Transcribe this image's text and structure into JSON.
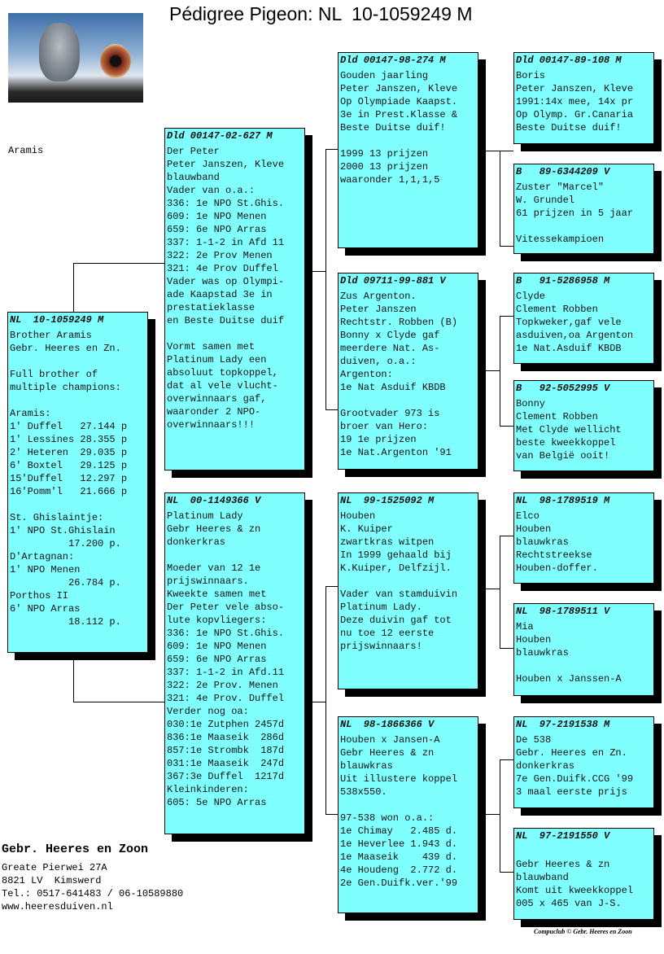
{
  "title": "Pédigree Pigeon: NL  10-1059249 M",
  "photo_caption": "Aramis",
  "side_label": "Aramis",
  "boxes": {
    "subject": {
      "header": "NL  10-1059249 M",
      "lines": [
        "Brother Aramis",
        "Gebr. Heeres en Zn.",
        "",
        "Full brother of",
        "multiple champions:",
        "",
        "Aramis:",
        "1' Duffel   27.144 p",
        "1' Lessines 28.355 p",
        "2' Heteren  29.035 p",
        "6' Boxtel   29.125 p",
        "15'Duffel   12.297 p",
        "16'Pomm'l   21.666 p",
        "",
        "St. Ghislaintje:",
        "1' NPO St.Ghislain",
        "          17.200 p.",
        "D'Artagnan:",
        "1' NPO Menen",
        "          26.784 p.",
        "Porthos II",
        "6' NPO Arras",
        "          18.112 p."
      ]
    },
    "sire": {
      "header": "Dld 00147-02-627 M",
      "lines": [
        "Der Peter",
        "Peter Janszen, Kleve",
        "blauwband",
        "Vader van o.a.:",
        "336: 1e NPO St.Ghis.",
        "609: 1e NPO Menen",
        "659: 6e NPO Arras",
        "337: 1-1-2 in Afd 11",
        "322: 2e Prov Menen",
        "321: 4e Prov Duffel",
        "Vader was op Olympi-",
        "ade Kaapstad 3e in",
        "prestatieklasse",
        "en Beste Duitse duif",
        "",
        "Vormt samen met",
        "Platinum Lady een",
        "absoluut topkoppel,",
        "dat al vele vlucht-",
        "overwinnaars gaf,",
        "waaronder 2 NPO-",
        "overwinnaars!!!"
      ]
    },
    "dam": {
      "header": "NL  00-1149366 V",
      "lines": [
        "Platinum Lady",
        "Gebr Heeres & zn",
        "donkerkras",
        "",
        "Moeder van 12 1e",
        "prijswinnaars.",
        "Kweekte samen met",
        "Der Peter vele abso-",
        "lute kopvliegers:",
        "336: 1e NPO St.Ghis.",
        "609: 1e NPO Menen",
        "659: 6e NPO Arras",
        "337: 1-1-2 in Afd.11",
        "322: 2e Prov. Menen",
        "321: 4e Prov. Duffel",
        "Verder nog oa:",
        "030:1e Zutphen 2457d",
        "836:1e Maaseik  286d",
        "857:1e Strombk  187d",
        "031:1e Maaseik  247d",
        "367:3e Duffel  1217d",
        "Kleinkinderen:",
        "605: 5e NPO Arras"
      ]
    },
    "ss": {
      "header": "Dld 00147-98-274 M",
      "lines": [
        "Gouden jaarling",
        "Peter Janszen, Kleve",
        "Op Olympiade Kaapst.",
        "3e in Prest.Klasse &",
        "Beste Duitse duif!",
        "",
        "1999 13 prijzen",
        "2000 13 prijzen",
        "waaronder 1,1,1,5"
      ]
    },
    "sd": {
      "header": "Dld 09711-99-881 V",
      "lines": [
        "Zus Argenton.",
        "Peter Janszen",
        "Rechtstr. Robben (B)",
        "Bonny x Clyde gaf",
        "meerdere Nat. As-",
        "duiven, o.a.:",
        "Argenton:",
        "1e Nat Asduif KBDB",
        "",
        "Grootvader 973 is",
        "broer van Hero:",
        "19 1e prijzen",
        "1e Nat.Argenton '91"
      ]
    },
    "ds": {
      "header": "NL  99-1525092 M",
      "lines": [
        "Houben",
        "K. Kuiper",
        "zwartkras witpen",
        "In 1999 gehaald bij",
        "K.Kuiper, Delfzijl.",
        "",
        "Vader van stamduivin",
        "Platinum Lady.",
        "Deze duivin gaf tot",
        "nu toe 12 eerste",
        "prijswinnaars!"
      ]
    },
    "dd": {
      "header": "NL  98-1866366 V",
      "lines": [
        "Houben x Jansen-A",
        "Gebr Heeres & zn",
        "blauwkras",
        "Uit illustere koppel",
        "538x550.",
        "",
        "97-538 won o.a.:",
        "1e Chimay   2.485 d.",
        "1e Heverlee 1.943 d.",
        "1e Maaseik    439 d.",
        "4e Houdeng  2.772 d.",
        "2e Gen.Duifk.ver.'99"
      ]
    },
    "sss": {
      "header": "Dld 00147-89-108 M",
      "lines": [
        "Boris",
        "Peter Janszen, Kleve",
        "1991:14x mee, 14x pr",
        "Op Olymp. Gr.Canaria",
        "Beste Duitse duif!"
      ]
    },
    "ssd": {
      "header": "B   89-6344209 V",
      "lines": [
        "Zuster \"Marcel\"",
        "W. Grundel",
        "61 prijzen in 5 jaar",
        "",
        "Vitessekampioen"
      ]
    },
    "sds": {
      "header": "B   91-5286958 M",
      "lines": [
        "Clyde",
        "Clement Robben",
        "Topkweker,gaf vele",
        "asduiven,oa Argenton",
        "1e Nat.Asduif KBDB"
      ]
    },
    "sdd": {
      "header": "B   92-5052995 V",
      "lines": [
        "Bonny",
        "Clement Robben",
        "Met Clyde wellicht",
        "beste kweekkoppel",
        "van België ooit!"
      ]
    },
    "dss": {
      "header": "NL  98-1789519 M",
      "lines": [
        "Elco",
        "Houben",
        "blauwkras",
        "Rechtstreekse",
        "Houben-doffer."
      ]
    },
    "dsd": {
      "header": "NL  98-1789511 V",
      "lines": [
        "Mia",
        "Houben",
        "blauwkras",
        "",
        "Houben x Janssen-A"
      ]
    },
    "dds": {
      "header": "NL  97-2191538 M",
      "lines": [
        "De 538",
        "Gebr. Heeres en Zn.",
        "donkerkras",
        "7e Gen.Duifk.CCG '99",
        "3 maal eerste prijs"
      ]
    },
    "ddd": {
      "header": "NL  97-2191550 V",
      "lines": [
        "",
        "Gebr Heeres & zn",
        "blauwband",
        "Komt uit kweekkoppel",
        "005 x 465 van J-S."
      ]
    }
  },
  "footer": {
    "name": "Gebr. Heeres en Zoon",
    "lines": [
      "Greate Pierwei 27A",
      "8821 LV  Kimswerd",
      "Tel.: 0517-641483 / 06-10589880",
      "www.heeresduiven.nl"
    ]
  },
  "credit": "Compuclub © Gebr. Heeres en Zoon"
}
